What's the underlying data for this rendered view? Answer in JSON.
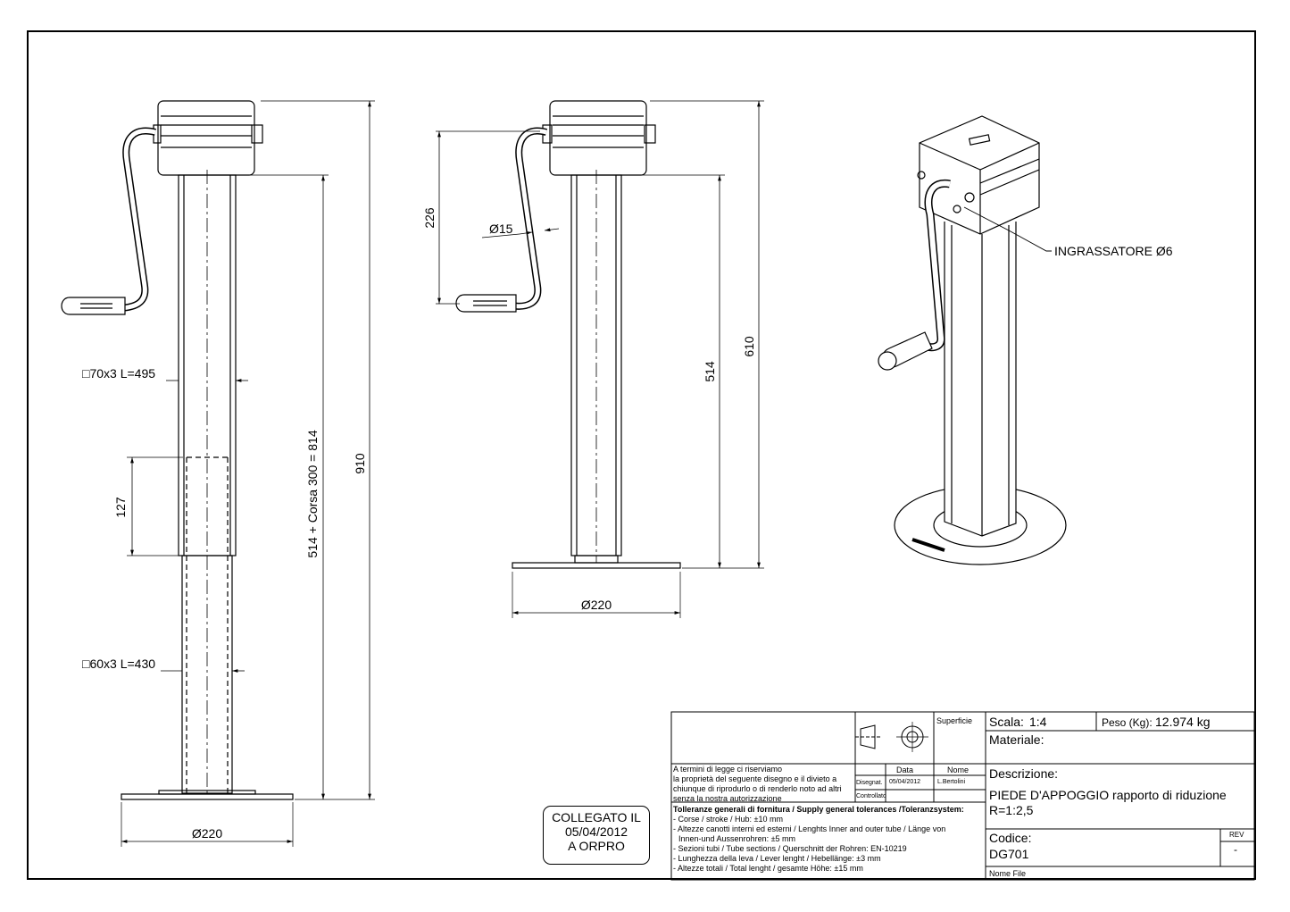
{
  "front_view": {
    "dim_tube_outer": "□70x3 L=495",
    "dim_tube_inner": "□60x3 L=430",
    "dim_overlap": "127",
    "dim_total_stroke": "514 + Corsa 300 = 814",
    "dim_total_height": "910",
    "dim_base_diameter": "Ø220"
  },
  "side_view": {
    "dim_crank": "226",
    "dim_rod": "Ø15",
    "dim_closed": "514",
    "dim_height": "610",
    "dim_base_diameter": "Ø220"
  },
  "iso_view": {
    "grease_label": "INGRASSATORE Ø6"
  },
  "stamp": {
    "line1": "COLLEGATO IL",
    "line2": "05/04/2012",
    "line3": "A ORPRO"
  },
  "title_block": {
    "superficie": "Superficie",
    "scala_label": "Scala:",
    "scala_value": "1:4",
    "peso_label": "Peso (Kg):",
    "peso_value": "12.974 kg",
    "materiale_label": "Materiale:",
    "legal_1": "A termini di legge ci riserviamo",
    "legal_2": "la proprietà del seguente disegno e il divieto a",
    "legal_3": "chiunque di riprodurlo o di renderlo noto ad altri",
    "legal_4": "senza la nostra autorizzazione",
    "data_label": "Data",
    "nome_label": "Nome",
    "disegnat_label": "Disegnat.",
    "disegnat_date": "05/04/2012",
    "disegnat_name": "L.Bertolini",
    "controllato_label": "Controllato",
    "descrizione_label": "Descrizione:",
    "descrizione_1": "PIEDE D'APPOGGIO rapporto di riduzione",
    "descrizione_2": "R=1:2,5",
    "tol_title": "Tolleranze generali di fornitura / Supply general tolerances /Toleranzsystem:",
    "tol_1": "- Corse / stroke / Hub: ±10 mm",
    "tol_2": "- Altezze canotti interni ed esterni / Lenghts Inner and outer tube / Länge von",
    "tol_3": "Innen-und Aussenrohren: ±5 mm",
    "tol_4": "- Sezioni tubi / Tube sections / Querschnitt der Rohren: EN-10219",
    "tol_5": "- Lunghezza della leva / Lever lenght / Hebellänge: ±3 mm",
    "tol_6": "- Altezze totali / Total lenght / gesamte Höhe: ±15 mm",
    "codice_label": "Codice:",
    "codice_value": "DG701",
    "rev_label": "REV",
    "rev_value": "-",
    "nome_file_label": "Nome File"
  }
}
